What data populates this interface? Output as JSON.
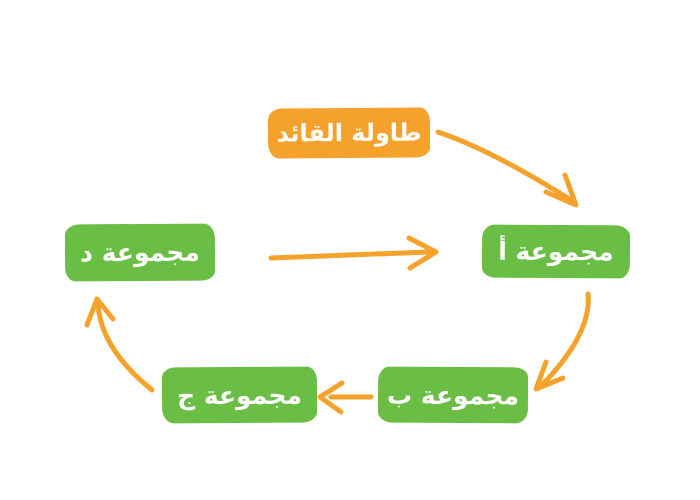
{
  "diagram": {
    "type": "cycle-flow",
    "language": "ar",
    "nodes": [
      {
        "id": "leader-table",
        "label": "طاولة القائد",
        "color": "#F5A22D",
        "shape": "rounded-rectangle"
      },
      {
        "id": "group-a",
        "label": "مجموعة أ",
        "color": "#6BBE45",
        "shape": "rounded-rectangle"
      },
      {
        "id": "group-b",
        "label": "مجموعة ب",
        "color": "#6BBE45",
        "shape": "rounded-rectangle"
      },
      {
        "id": "group-c",
        "label": "مجموعة ج",
        "color": "#6BBE45",
        "shape": "rounded-rectangle"
      },
      {
        "id": "group-d",
        "label": "مجموعة د",
        "color": "#6BBE45",
        "shape": "rounded-rectangle"
      }
    ],
    "edges": [
      {
        "from": "leader-table",
        "to": "group-a",
        "style": "curved"
      },
      {
        "from": "group-d",
        "to": "group-a",
        "style": "straight"
      },
      {
        "from": "group-a",
        "to": "group-b",
        "style": "curved"
      },
      {
        "from": "group-b",
        "to": "group-c",
        "style": "straight"
      },
      {
        "from": "group-c",
        "to": "group-d",
        "style": "curved"
      }
    ],
    "colors": {
      "background": "#FFFFFF",
      "arrow": "#F5A22D",
      "node_green": "#6BBE45",
      "node_orange": "#F5A22D",
      "node_text": "#FFFFFF"
    }
  }
}
